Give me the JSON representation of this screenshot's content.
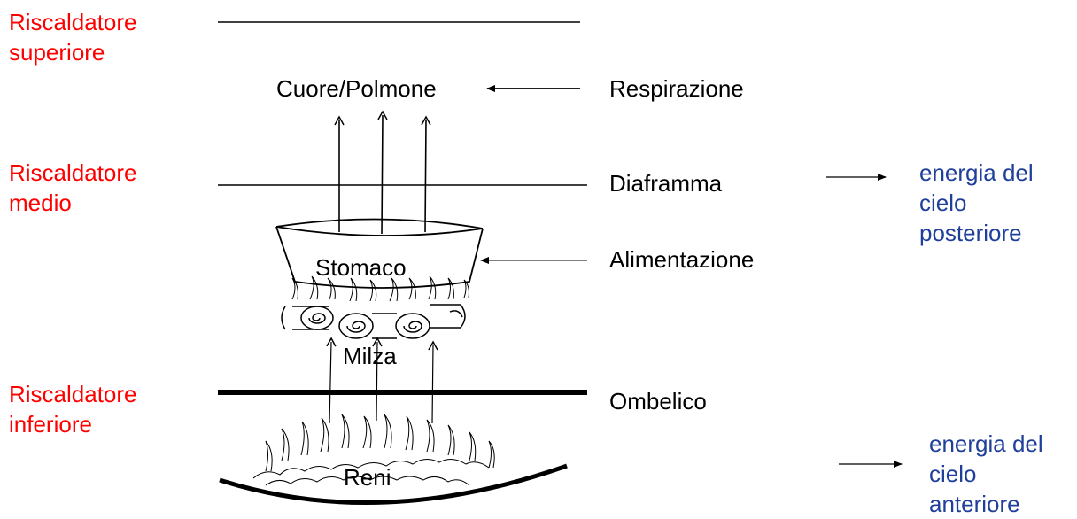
{
  "zones": {
    "upper": "Riscaldatore\nsuperiore",
    "middle": "Riscaldatore\nmedio",
    "lower": "Riscaldatore\ninferiore"
  },
  "organs": {
    "heart_lung": "Cuore/Polmone",
    "stomach": "Stomaco",
    "spleen": "Milza",
    "kidneys": "Reni"
  },
  "inputs": {
    "breathing": "Respirazione",
    "diaphragm": "Diaframma",
    "food": "Alimentazione",
    "navel": "Ombelico"
  },
  "energies": {
    "posterior": "energia del\ncielo\nposteriore",
    "anterior": "energia del\ncielo\nanteriore"
  },
  "colors": {
    "zone_text": "#ff0000",
    "energy_text": "#1f3f9a",
    "ink": "#000000"
  }
}
